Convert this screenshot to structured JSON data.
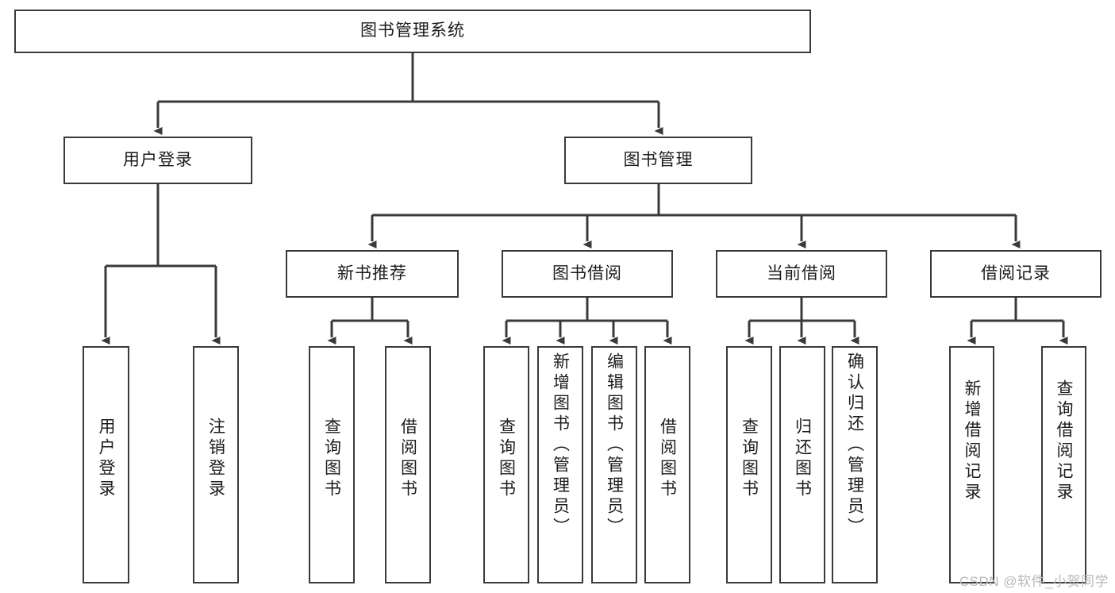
{
  "diagram": {
    "title": "图书管理系统",
    "type": "tree-hierarchy-diagram",
    "colors": {
      "box_border": "#3a3a3a",
      "box_fill": "#ffffff",
      "connector": "#3a3a3a",
      "text": "#1c1c1c",
      "watermark": "#b9b9b9",
      "background": "#ffffff"
    },
    "levels": {
      "root": "图书管理系统",
      "level1": [
        "用户登录",
        "图书管理"
      ],
      "level2": [
        "新书推荐",
        "图书借阅",
        "当前借阅",
        "借阅记录"
      ]
    }
  },
  "nodes": {
    "root": {
      "label": "图书管理系统"
    },
    "user_login": {
      "label": "用户登录"
    },
    "book_manage": {
      "label": "图书管理"
    },
    "new_book_rec": {
      "label": "新书推荐"
    },
    "book_borrow": {
      "label": "图书借阅"
    },
    "current_borrow": {
      "label": "当前借阅"
    },
    "borrow_record": {
      "label": "借阅记录"
    },
    "leaf_user_login": {
      "label": "用户登录"
    },
    "leaf_logout": {
      "label": "注销登录"
    },
    "leaf_query_book_a": {
      "label": "查询图书"
    },
    "leaf_borrow_book_a": {
      "label": "借阅图书"
    },
    "leaf_query_book_b": {
      "label": "查询图书"
    },
    "leaf_add_book": {
      "label": "新增图书（管理员）"
    },
    "leaf_edit_book": {
      "label": "编辑图书（管理员）"
    },
    "leaf_borrow_book_b": {
      "label": "借阅图书"
    },
    "leaf_query_book_c": {
      "label": "查询图书"
    },
    "leaf_return_book": {
      "label": "归还图书"
    },
    "leaf_confirm_return": {
      "label": "确认归还（管理员）"
    },
    "leaf_add_record": {
      "label": "新增借阅记录"
    },
    "leaf_query_record": {
      "label": "查询借阅记录"
    }
  },
  "watermark": {
    "text": "CSDN @软件_小贺同学"
  }
}
